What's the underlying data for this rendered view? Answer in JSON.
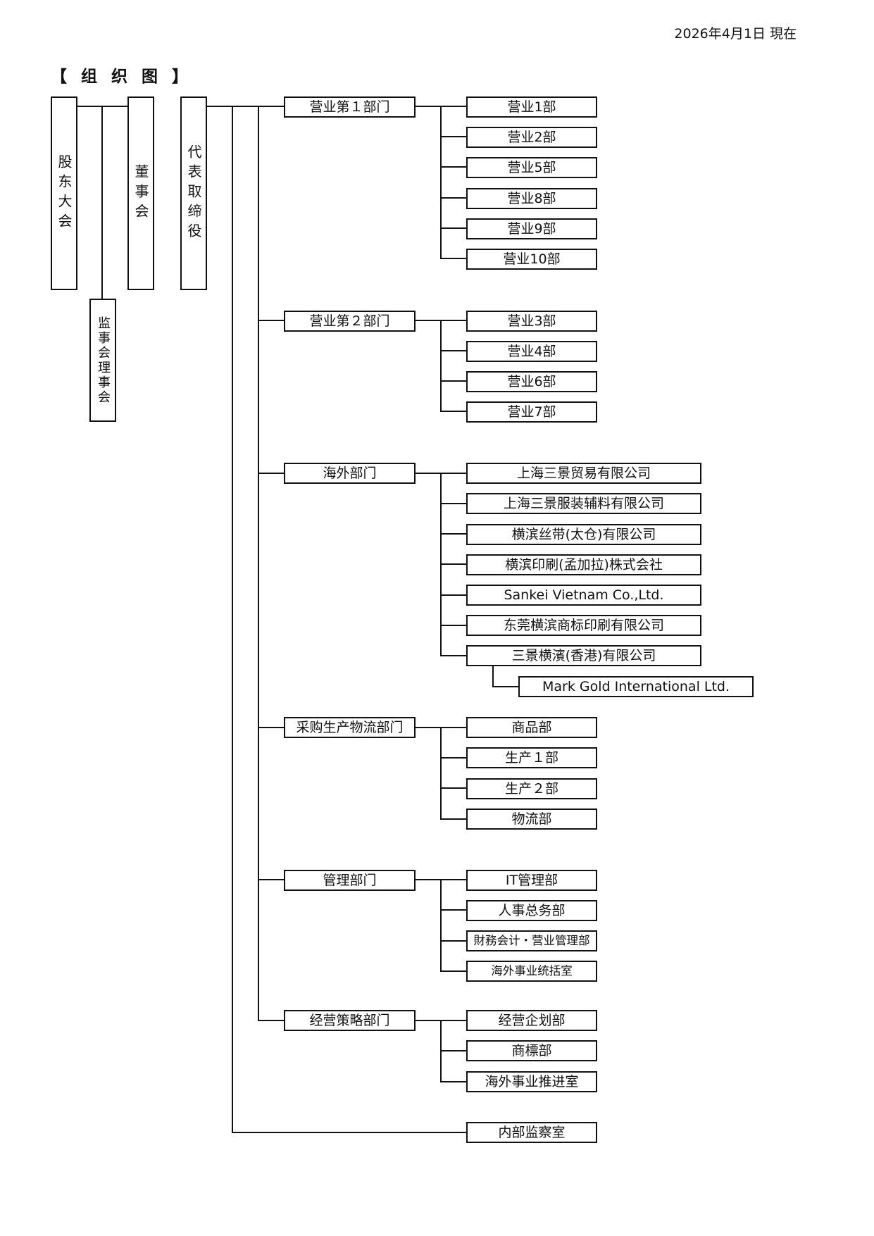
{
  "date": "2026年4月1日 現在",
  "title": "【 组 织 图 】",
  "top": {
    "shareholders": "股东大会",
    "board": "董事会",
    "auditors": "监事会理事会",
    "president": "代表取缔役"
  },
  "divisions": {
    "sales1": {
      "name": "营业第１部门",
      "items": [
        "营业1部",
        "营业2部",
        "营业5部",
        "营业8部",
        "营业9部",
        "营业10部"
      ]
    },
    "sales2": {
      "name": "营业第２部门",
      "items": [
        "营业3部",
        "营业4部",
        "营业6部",
        "营业7部"
      ]
    },
    "overseas": {
      "name": "海外部门",
      "items": [
        "上海三景贸易有限公司",
        "上海三景服装辅料有限公司",
        "横滨丝带(太仓)有限公司",
        "横滨印刷(孟加拉)株式会社",
        "Sankei Vietnam Co.,Ltd.",
        "东莞横滨商标印刷有限公司",
        "三景横濱(香港)有限公司"
      ],
      "sub_item": "Mark Gold International Ltd."
    },
    "purchasing": {
      "name": "采购生产物流部门",
      "items": [
        "商品部",
        "生产１部",
        "生产２部",
        "物流部"
      ]
    },
    "management": {
      "name": "管理部门",
      "items": [
        "IT管理部",
        "人事总务部",
        "財務会计・营业管理部",
        "海外事业统括室"
      ]
    },
    "strategy": {
      "name": "经营策略部门",
      "items": [
        "经营企划部",
        "商標部",
        "海外事业推进室"
      ]
    }
  },
  "audit_office": "内部监察室"
}
